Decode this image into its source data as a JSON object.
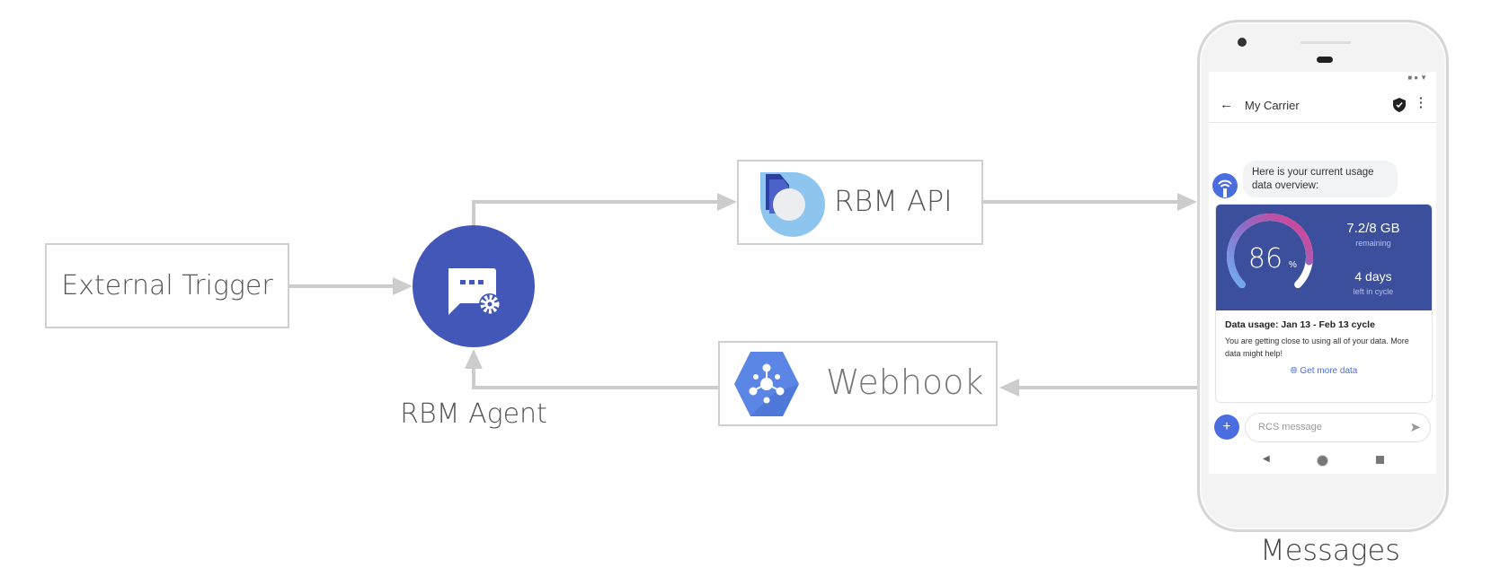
{
  "nodes": {
    "trigger": "External Trigger",
    "agent": "RBM Agent",
    "api": "RBM API",
    "webhook": "Webhook",
    "messages": "Messages"
  },
  "phone": {
    "header_title": "My Carrier",
    "bubble_text": "Here is your current usage data overview:",
    "gauge_value": "86",
    "gauge_unit": "%",
    "gauge_percent": 86,
    "data_amount": "7.2/8 GB",
    "data_caption": "remaining",
    "days": "4 days",
    "days_caption": "left in cycle",
    "card_title": "Data usage: Jan 13 - Feb 13 cycle",
    "card_body": "You are getting close to using all of your data. More data might help!",
    "action_label": "Get more data",
    "input_placeholder": "RCS message"
  },
  "colors": {
    "agent": "#4357b8",
    "card": "#3c4f9c",
    "accent": "#4a6ee0",
    "connector": "#cccccc"
  },
  "edges": [
    {
      "from": "External Trigger",
      "to": "RBM Agent"
    },
    {
      "from": "RBM Agent",
      "to": "RBM API"
    },
    {
      "from": "RBM API",
      "to": "Messages"
    },
    {
      "from": "Messages",
      "to": "Webhook"
    },
    {
      "from": "Webhook",
      "to": "RBM Agent"
    }
  ]
}
